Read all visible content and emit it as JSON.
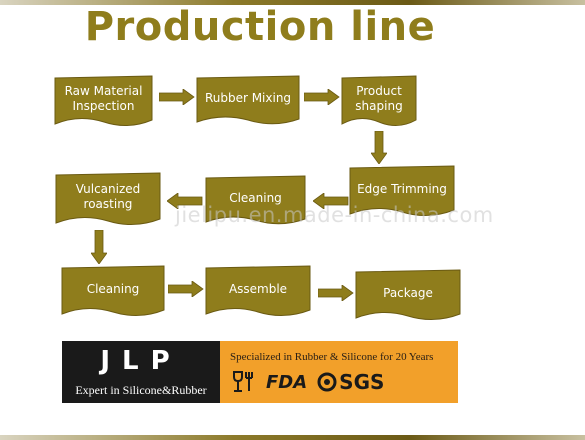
{
  "title": "Production line",
  "steps": [
    {
      "label": "Raw Material Inspection"
    },
    {
      "label": "Rubber Mixing"
    },
    {
      "label": "Product shaping"
    },
    {
      "label": "Edge Trimming"
    },
    {
      "label": "Cleaning"
    },
    {
      "label": "Vulcanized roasting"
    },
    {
      "label": "Cleaning"
    },
    {
      "label": "Assemble"
    },
    {
      "label": "Package"
    }
  ],
  "watermark": "jielipu.en.made-in-china.com",
  "banner": {
    "logo": "JLP",
    "tagline": "Expert in Silicone&Rubber",
    "specialized": "Specialized in Rubber & Silicone for 20 Years",
    "certifications": [
      "Food-safe",
      "FDA",
      "SGS"
    ]
  },
  "colors": {
    "box": "#8f7d1c",
    "box_edge": "#6a5a12",
    "title": "#8f7d1c",
    "banner_dark": "#1a1a1a",
    "banner_orange": "#f2a02a"
  },
  "icons": [
    "arrow-right-icon",
    "arrow-left-icon",
    "arrow-down-icon",
    "glass-fork-icon",
    "sgs-logo-icon"
  ]
}
